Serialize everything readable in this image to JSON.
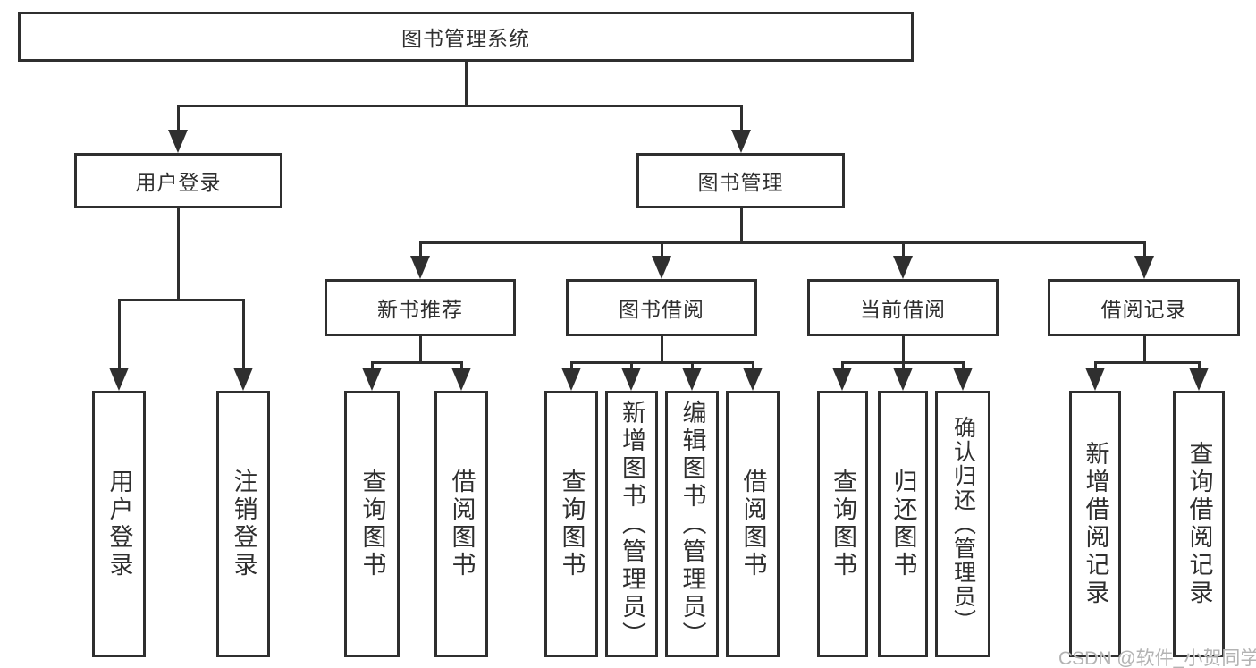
{
  "diagram": {
    "watermark": "CSDN @软件_小贺同学",
    "colors": {
      "line": "#2f2f2f",
      "text": "#2f2f2f",
      "watermark": "#b3b3b3",
      "background": "#ffffff"
    },
    "root": {
      "label": "图书管理系统"
    },
    "branches": [
      {
        "label": "用户登录",
        "children": [
          {
            "label": "用户登录"
          },
          {
            "label": "注销登录"
          }
        ]
      },
      {
        "label": "图书管理",
        "children": [
          {
            "label": "新书推荐",
            "children": [
              {
                "label": "查询图书"
              },
              {
                "label": "借阅图书"
              }
            ]
          },
          {
            "label": "图书借阅",
            "children": [
              {
                "label": "查询图书"
              },
              {
                "label": "新增图书（管理员）"
              },
              {
                "label": "编辑图书（管理员）"
              },
              {
                "label": "借阅图书"
              }
            ]
          },
          {
            "label": "当前借阅",
            "children": [
              {
                "label": "查询图书"
              },
              {
                "label": "归还图书"
              },
              {
                "label": "确认归还（管理员）"
              }
            ]
          },
          {
            "label": "借阅记录",
            "children": [
              {
                "label": "新增借阅记录"
              },
              {
                "label": "查询借阅记录"
              }
            ]
          }
        ]
      }
    ]
  }
}
